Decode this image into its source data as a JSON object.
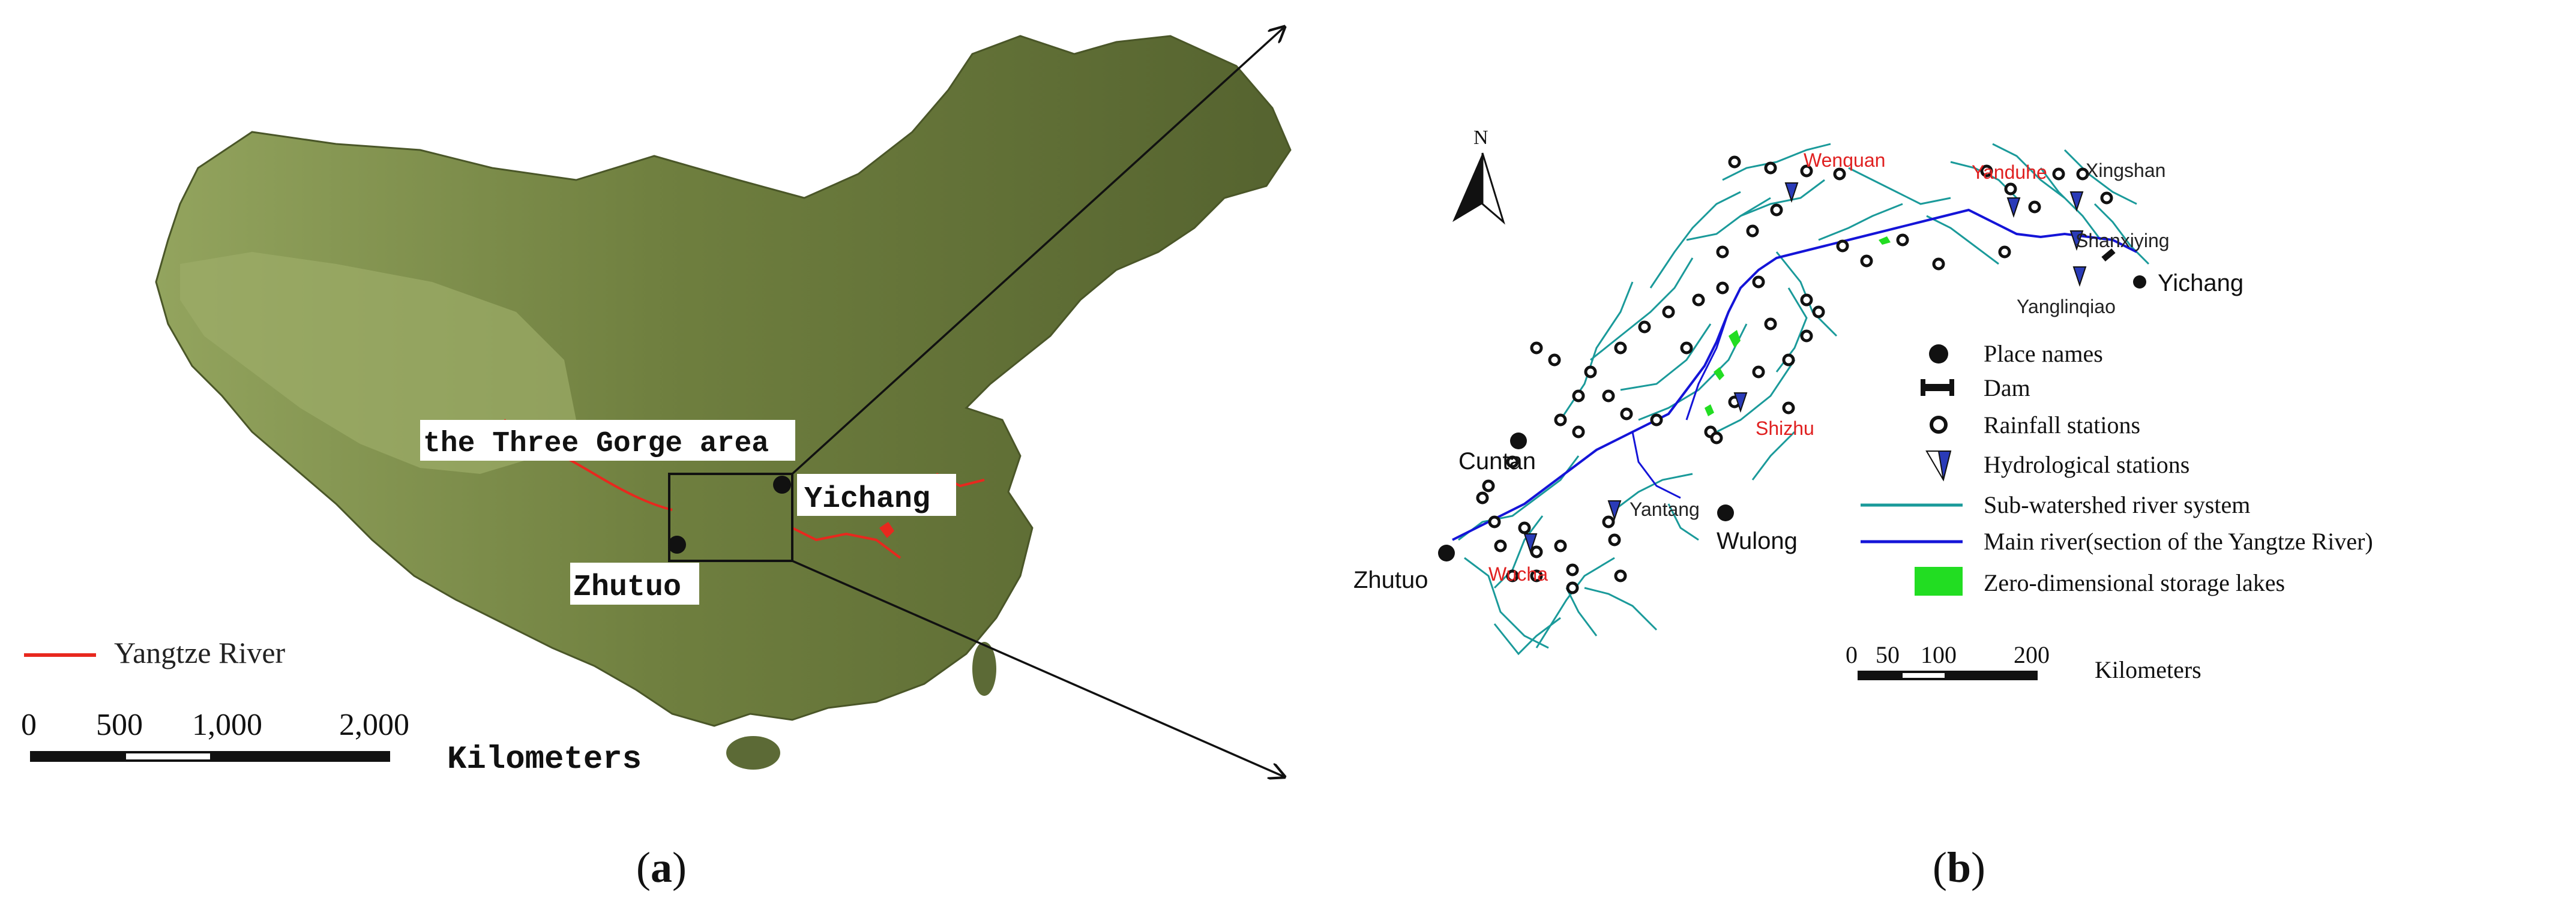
{
  "panel_a": {
    "label_open": "(",
    "label_letter": "a",
    "label_close": ")",
    "area_label": "the Three Gorge area",
    "yichang_label": "Yichang",
    "zhutuo_label": "Zhutuo",
    "legend_river": "Yangtze River",
    "scale_ticks": [
      "0",
      "500",
      "1,000",
      "2,000"
    ],
    "scale_unit": "Kilometers",
    "colors": {
      "land": "#5c6a36",
      "plateau": "#8fa05a",
      "river_red": "#e8281e"
    }
  },
  "panel_b": {
    "label_open": "(",
    "label_letter": "b",
    "label_close": ")",
    "north": "N",
    "places": {
      "yichang": "Yichang",
      "cuntan": "Cuntan",
      "wulong": "Wulong",
      "zhutuo": "Zhutuo"
    },
    "stations": {
      "wenquan": "Wenquan",
      "yanduhe": "Yanduhe",
      "xingshan": "Xingshan",
      "shanxiying": "Shanxiying",
      "yanglinqiao": "Yanglinqiao",
      "shizhu": "Shizhu",
      "yantang": "Yantang",
      "wucha": "Wucha"
    },
    "legend": {
      "place_names": "Place names",
      "dam": "Dam",
      "rainfall": "Rainfall stations",
      "hydrological": "Hydrological stations",
      "subwatershed": "Sub-watershed river system",
      "main_river": "Main river(section of the Yangtze River)",
      "lakes": "Zero-dimensional storage lakes"
    },
    "scale_ticks": [
      "0",
      "50",
      "100",
      "200"
    ],
    "scale_unit": "Kilometers",
    "colors": {
      "sub_river": "#1a9a9a",
      "main_river": "#1414d8",
      "lake": "#22dd22",
      "red_label": "#e02020",
      "station_blue": "#2a3bb8"
    }
  }
}
